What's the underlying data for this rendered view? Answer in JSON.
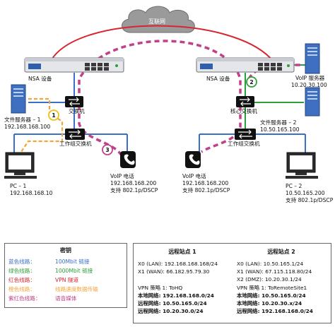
{
  "diagram": {
    "internet_label": "互联网",
    "left": {
      "nsa_label": "NSA 设备",
      "switch_top_label": "交换机",
      "switch_bottom_label": "工作组交换机",
      "file_server_label": "文件服务器 – 1",
      "file_server_ip": "192.168.168.100",
      "pc_label": "PC – 1",
      "pc_ip": "192.168.168.10",
      "voip_label": "VoIP 电话",
      "voip_ip": "192.168.168.200",
      "voip_support": "支持 802.1p/DSCP",
      "markers": [
        "1",
        "3"
      ]
    },
    "right": {
      "nsa_label": "NSA 设备",
      "switch_top_label": "核心交换机",
      "switch_bottom_label": "工作组交换机",
      "voip_server_label": "VoIP 服务器",
      "voip_server_ip": "10.20.30.100",
      "file_server_label": "文件服务器 – 2",
      "file_server_ip": "10.50.165.100",
      "pc_label": "PC – 2",
      "pc_ip": "10.50.165.200",
      "pc_support": "支持 802.1p/DSCP",
      "voip_label": "VoIP 电话",
      "voip_ip": "192.168.168.200",
      "voip_support": "支持 802.1p/DSCP",
      "markers": [
        "2"
      ]
    },
    "colors": {
      "blue": "#3a6fc9",
      "green": "#2e9e3a",
      "red": "#d8262f",
      "orange": "#f2a53a",
      "purple": "#c0418a",
      "marker_yellow": "#e8c21a"
    }
  },
  "legend": {
    "title": "密钥",
    "rows": [
      {
        "key": "蓝色线路：",
        "text": "100Mbit 链接",
        "color": "#3a6fc9"
      },
      {
        "key": "绿色线路：",
        "text": "1000Mbit 链接",
        "color": "#2e9e3a"
      },
      {
        "key": "红色线路：",
        "text": "VPN 隧道",
        "color": "#d8262f"
      },
      {
        "key": "橙色线路：",
        "text": "线路速度数据传输",
        "color": "#f2a53a"
      },
      {
        "key": "紫红色线路：",
        "text": "语音媒体",
        "color": "#c0418a"
      }
    ]
  },
  "sites": {
    "site1": {
      "title": "远程站点 1",
      "lines": [
        {
          "t": "X0 (LAN): 192.168.168.168/24",
          "b": false
        },
        {
          "t": "X1 (WAN): 66.182.95.79.30",
          "b": false
        },
        {
          "t": "",
          "b": false
        },
        {
          "t": "VPN 策略 1:   ToHQ",
          "b": false
        },
        {
          "t": "本地网络:   192.168.168.0/24",
          "b": true
        },
        {
          "t": "远程网络:   10.50.165.0/24",
          "b": true
        },
        {
          "t": "远程网络:   10.20.30.0/24",
          "b": true
        }
      ]
    },
    "site2": {
      "title": "远程站点 2",
      "lines": [
        {
          "t": "X0 (LAN):  10.50.165.1/24",
          "b": false
        },
        {
          "t": "X1 (WAN):  67.115.118.80/24",
          "b": false
        },
        {
          "t": "X2 (DMZ):  10.20.30.1/24",
          "b": false
        },
        {
          "t": "VPN 策略 1:  ToRemoteSite1",
          "b": false
        },
        {
          "t": "本地网络:   10.50.165.0/24",
          "b": true
        },
        {
          "t": "本地网络:   10.20.30.x/24",
          "b": true
        },
        {
          "t": "远程网络:   192.168.168.0/24",
          "b": true
        }
      ]
    }
  }
}
